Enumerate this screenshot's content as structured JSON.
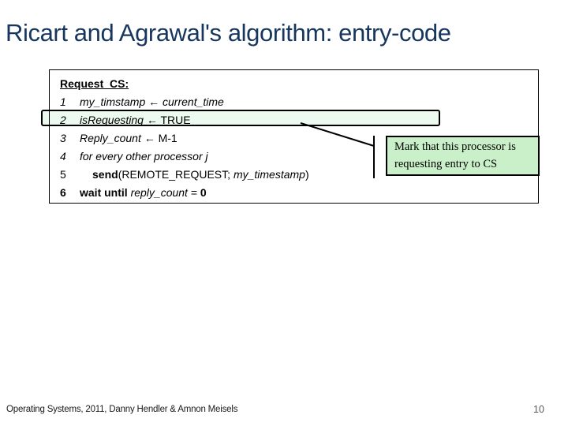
{
  "slide": {
    "title": "Ricart and Agrawal's algorithm: entry-code",
    "footer": "Operating Systems, 2011, Danny Hendler & Amnon Meisels",
    "page_number": "10"
  },
  "code_block": {
    "header": "Request_CS:",
    "highlighted_line_number": "2",
    "lines": [
      {
        "num": "1",
        "num_style": "italic",
        "indent": false,
        "segments": [
          {
            "text": "my_timstamp ",
            "style": "italic"
          },
          {
            "text": "←",
            "style": "bold"
          },
          {
            "text": " current_time",
            "style": "italic"
          }
        ]
      },
      {
        "num": "2",
        "num_style": "italic",
        "indent": false,
        "segments": [
          {
            "text": "isRequesting ",
            "style": "italic"
          },
          {
            "text": "←",
            "style": "bold"
          },
          {
            "text": " TRUE",
            "style": "normal"
          }
        ]
      },
      {
        "num": "3",
        "num_style": "italic",
        "indent": false,
        "segments": [
          {
            "text": "Reply_count ",
            "style": "italic"
          },
          {
            "text": "←",
            "style": "bold"
          },
          {
            "text": " M-1",
            "style": "normal"
          }
        ]
      },
      {
        "num": "4",
        "num_style": "italic",
        "indent": false,
        "segments": [
          {
            "text": "for every other processor j",
            "style": "italic"
          }
        ]
      },
      {
        "num": "5",
        "num_style": "normal",
        "indent": true,
        "segments": [
          {
            "text": "send",
            "style": "bold"
          },
          {
            "text": "(REMOTE_REQUEST; ",
            "style": "normal"
          },
          {
            "text": "my_timestamp",
            "style": "italic"
          },
          {
            "text": ")",
            "style": "normal"
          }
        ]
      },
      {
        "num": "6",
        "num_style": "bold",
        "indent": false,
        "segments": [
          {
            "text": "wait until ",
            "style": "bold"
          },
          {
            "text": "reply_count ",
            "style": "italic"
          },
          {
            "text": "= ",
            "style": "normal"
          },
          {
            "text": "0",
            "style": "bold"
          }
        ]
      }
    ]
  },
  "callout": {
    "text": "Mark that this processor is requesting entry to CS"
  },
  "colors": {
    "title": "#17365d",
    "highlight_fill": "#edfaf0",
    "callout_fill": "#c9f0c9",
    "border": "#000000",
    "footer": "#1a1a1a",
    "page_number": "#595959"
  }
}
